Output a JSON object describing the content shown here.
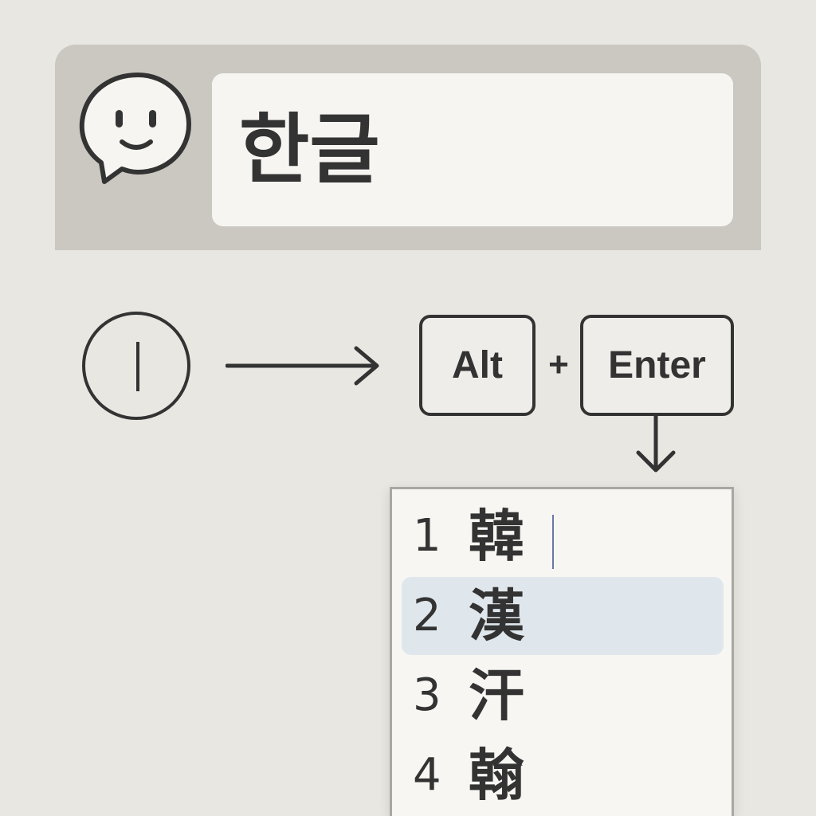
{
  "input": {
    "text": "한글"
  },
  "icons": {
    "chat": "smiley-chat-bubble-icon",
    "cursor": "text-cursor-icon",
    "arrow_right": "arrow-right-icon",
    "arrow_down": "arrow-down-icon"
  },
  "shortcut": {
    "key1": "Alt",
    "plus": "+",
    "key2": "Enter"
  },
  "candidates": [
    {
      "number": "1",
      "char": "韓"
    },
    {
      "number": "2",
      "char": "漢"
    },
    {
      "number": "3",
      "char": "汗"
    },
    {
      "number": "4",
      "char": "翰"
    }
  ],
  "selected_candidate": "2",
  "colors": {
    "background": "#e9e7e2",
    "panel": "#cbc8c2",
    "input_bg": "#f6f5f1",
    "ink": "#333333",
    "selection": "#e0e7ec",
    "caret": "#6a78a8"
  }
}
